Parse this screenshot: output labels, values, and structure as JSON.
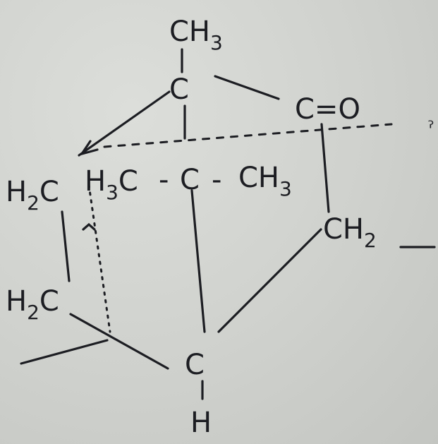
{
  "atoms": [
    {
      "id": "ch3_top",
      "parts": [
        {
          "t": "CH"
        },
        {
          "t": "3",
          "sub": true
        }
      ]
    },
    {
      "id": "c_top",
      "parts": [
        {
          "t": "C"
        }
      ]
    },
    {
      "id": "c_carbonyl",
      "parts": [
        {
          "t": "C=O"
        }
      ]
    },
    {
      "id": "h2c_left",
      "parts": [
        {
          "t": "H"
        },
        {
          "t": "2",
          "sub": true
        },
        {
          "t": "C"
        }
      ]
    },
    {
      "id": "h3c_center",
      "parts": [
        {
          "t": "H"
        },
        {
          "t": "3",
          "sub": true
        },
        {
          "t": "C"
        }
      ]
    },
    {
      "id": "dash1",
      "parts": [
        {
          "t": "-"
        }
      ]
    },
    {
      "id": "c_center",
      "parts": [
        {
          "t": "C"
        }
      ]
    },
    {
      "id": "dash2",
      "parts": [
        {
          "t": "-"
        }
      ]
    },
    {
      "id": "ch3_right",
      "parts": [
        {
          "t": "CH"
        },
        {
          "t": "3",
          "sub": true
        }
      ]
    },
    {
      "id": "ch2_right",
      "parts": [
        {
          "t": "CH"
        },
        {
          "t": "2",
          "sub": true
        }
      ]
    },
    {
      "id": "h2c_lower",
      "parts": [
        {
          "t": "H"
        },
        {
          "t": "2",
          "sub": true
        },
        {
          "t": "C"
        }
      ]
    },
    {
      "id": "c_bottom",
      "parts": [
        {
          "t": "C"
        }
      ]
    },
    {
      "id": "h_bottom",
      "parts": [
        {
          "t": "H"
        }
      ]
    }
  ]
}
